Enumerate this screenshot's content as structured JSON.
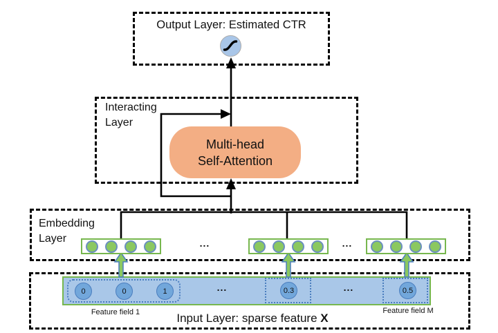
{
  "output_layer": {
    "label": "Output Layer: Estimated CTR",
    "node_icon": "sigmoid-icon"
  },
  "interacting_layer": {
    "label_line1": "Interacting",
    "label_line2": "Layer",
    "attention_line1": "Multi-head",
    "attention_line2": "Self-Attention"
  },
  "embedding_layer": {
    "label_line1": "Embedding",
    "label_line2": "Layer",
    "vector_count": 3,
    "units_per_vector": 4
  },
  "input_layer": {
    "caption_text": "Input Layer: sparse feature",
    "caption_bold": "X",
    "field1_label": "Feature field 1",
    "fieldM_label": "Feature field M",
    "field1_values": [
      "0",
      "0",
      "1"
    ],
    "mid_value": "0.3",
    "fieldM_value": "0.5"
  },
  "ellipsis": "...",
  "colors": {
    "attention_fill": "#F3AE84",
    "sigmoid_fill": "#A9C6E8",
    "embedding_unit_fill": "#8BC860",
    "embedding_border": "#77B74E",
    "input_bar_fill": "#A9C7E8",
    "input_circle_fill": "#72A7DB",
    "dotted_group_border": "#4A7DBE",
    "wire": "#000000"
  }
}
